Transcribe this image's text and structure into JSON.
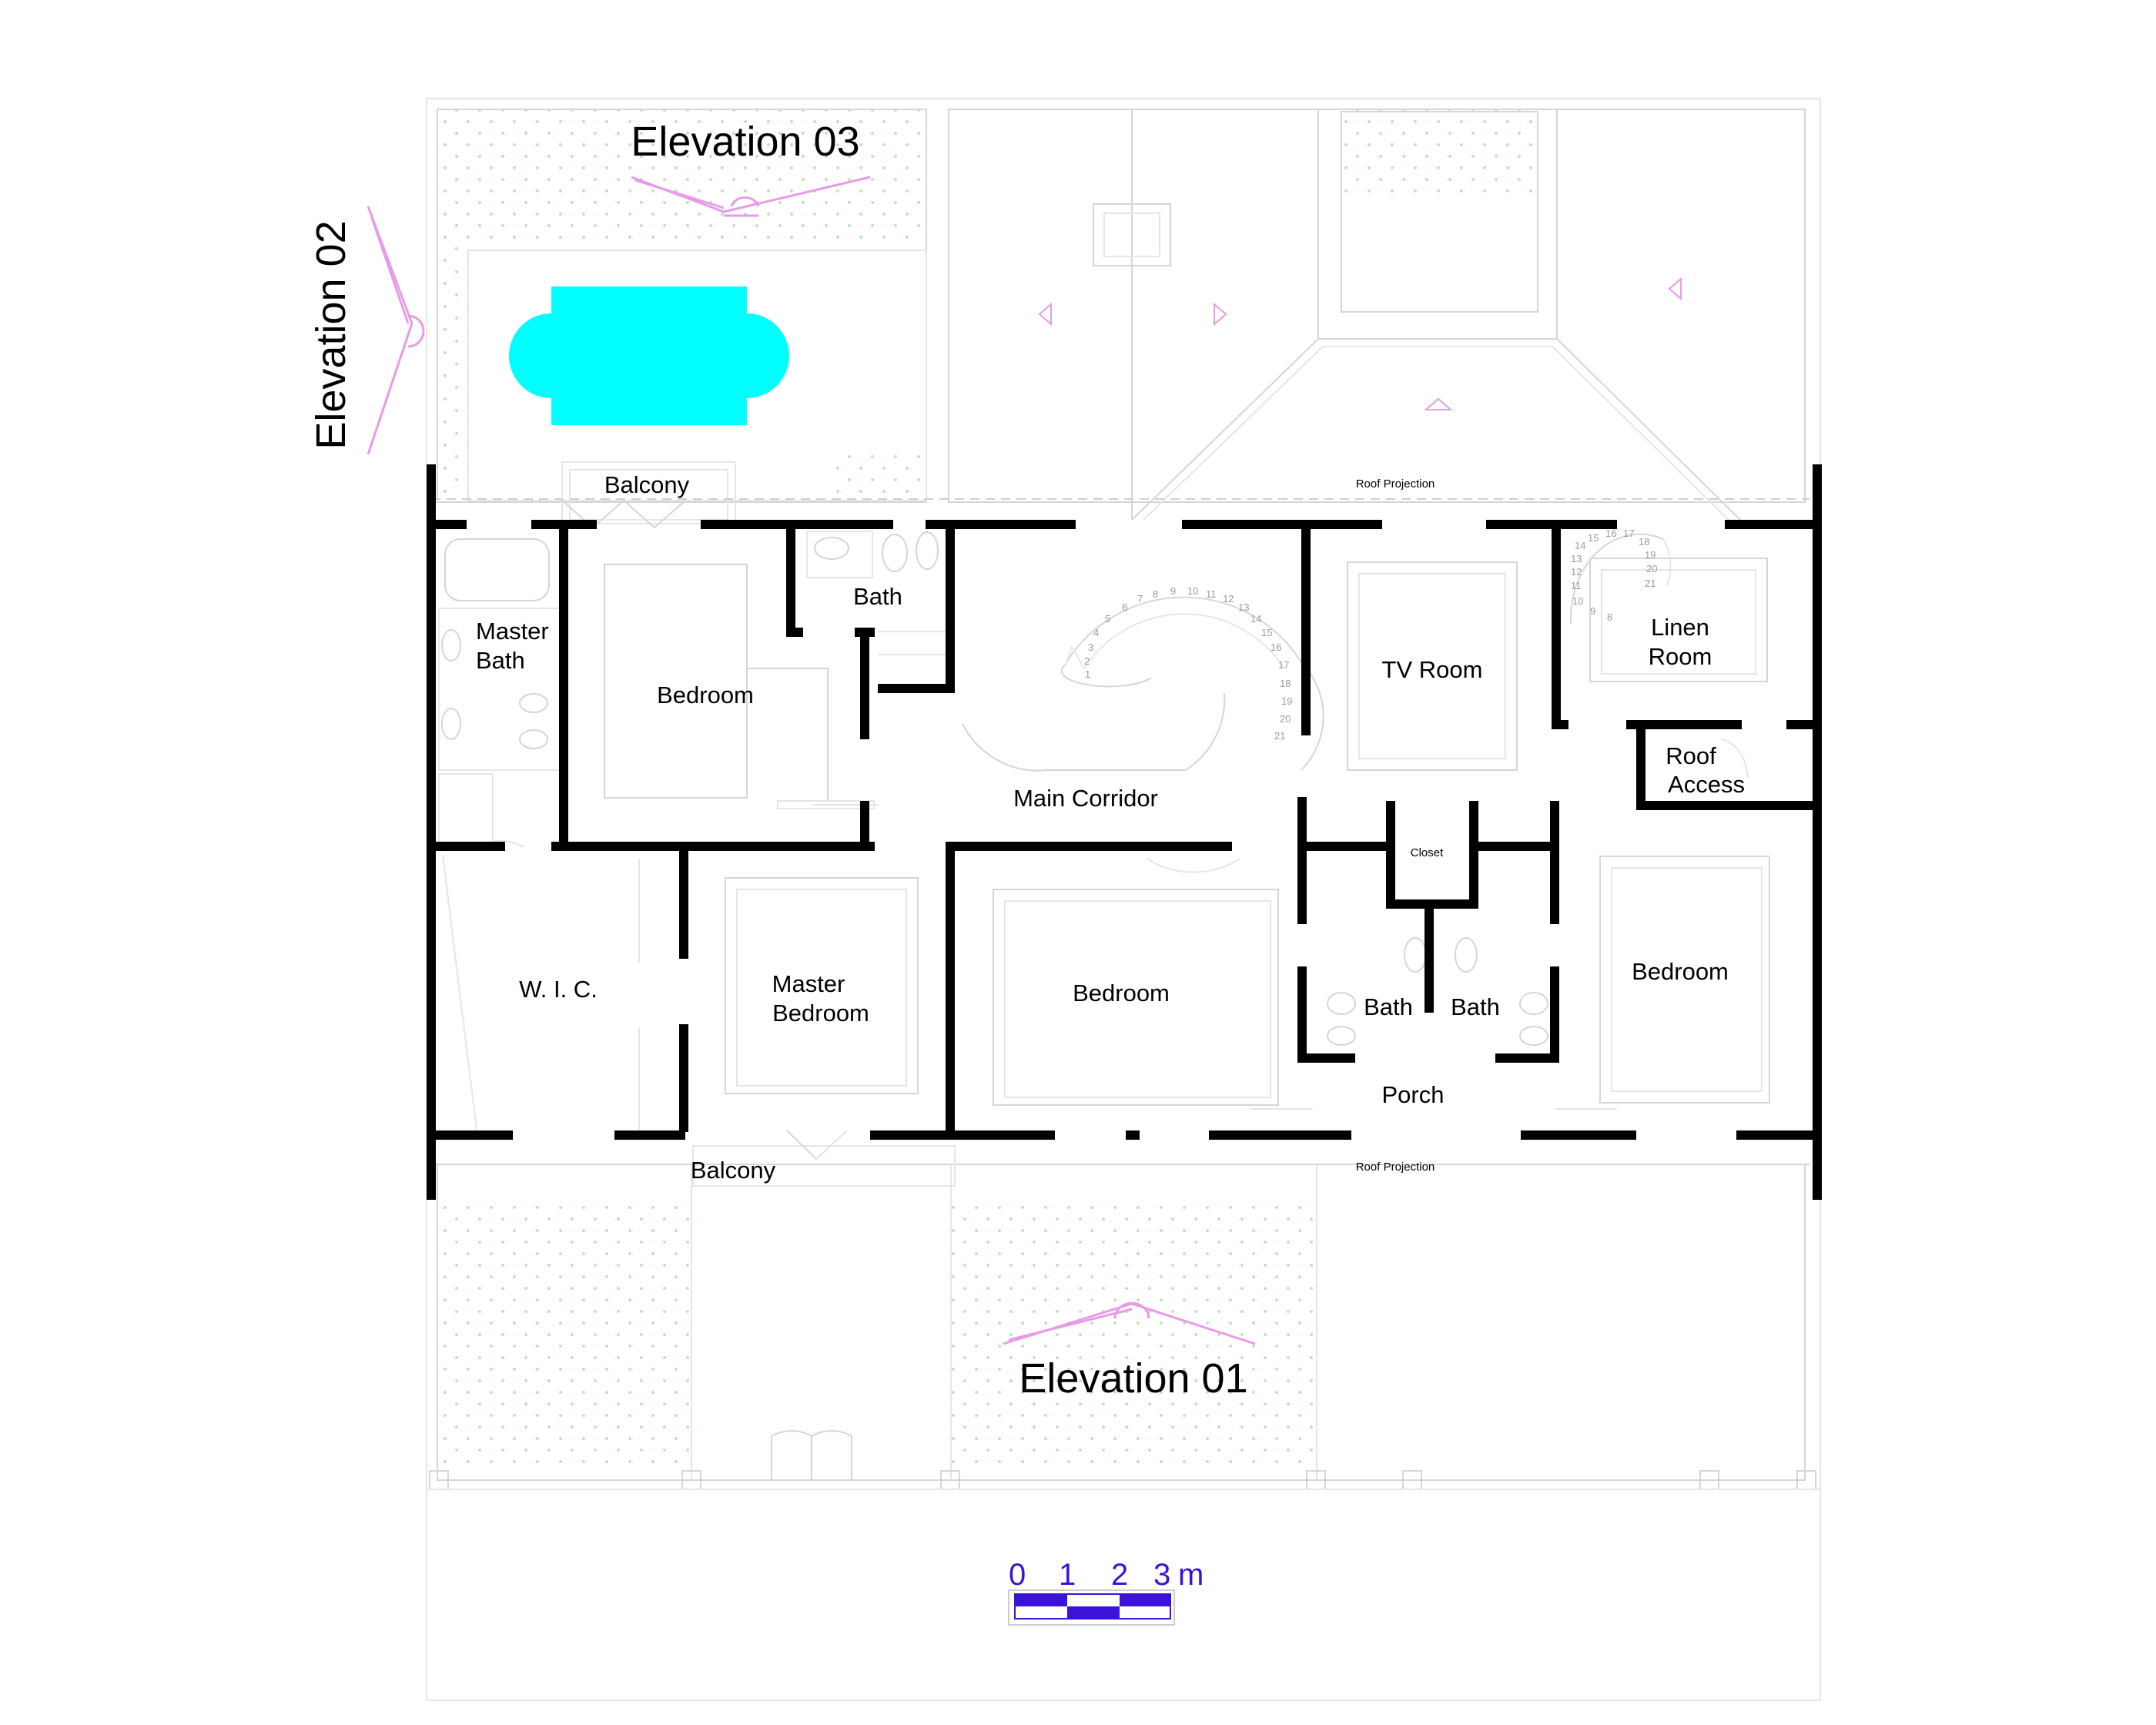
{
  "plan": {
    "elevations": {
      "top": "Elevation 03",
      "left": "Elevation 02",
      "bottom": "Elevation 01"
    },
    "rooms": {
      "balcony_top": "Balcony",
      "bath_top": "Bath",
      "master_bath_1": "Master",
      "master_bath_2": "Bath",
      "bedroom_nw": "Bedroom",
      "tv_room": "TV Room",
      "linen_room_1": "Linen",
      "linen_room_2": "Room",
      "roof_access_1": "Roof",
      "roof_access_2": "Access",
      "main_corridor": "Main Corridor",
      "closet": "Closet",
      "wic": "W. I. C.",
      "master_bedroom_1": "Master",
      "master_bedroom_2": "Bedroom",
      "bedroom_s": "Bedroom",
      "bath_s1": "Bath",
      "bath_s2": "Bath",
      "bedroom_se": "Bedroom",
      "porch": "Porch",
      "balcony_bottom": "Balcony",
      "roof_projection_top": "Roof Projection",
      "roof_projection_bottom": "Roof Projection"
    },
    "stair_main": [
      "1",
      "2",
      "3",
      "4",
      "5",
      "6",
      "7",
      "8",
      "9",
      "10",
      "11",
      "12",
      "13",
      "14",
      "15",
      "16",
      "17",
      "18",
      "19",
      "20",
      "21"
    ],
    "stair_linen": [
      "8",
      "9",
      "10",
      "11",
      "12",
      "13",
      "14",
      "15",
      "16",
      "17",
      "18",
      "19",
      "20",
      "21"
    ],
    "scale": {
      "t0": "0",
      "t1": "1",
      "t2": "2",
      "t3": "3",
      "unit": "m"
    },
    "colors": {
      "walls": "#000000",
      "pool": "#00ffff",
      "markers": "#e79be7",
      "scale": "#3a12d8",
      "garden_dots": "#b8e6b8"
    }
  }
}
